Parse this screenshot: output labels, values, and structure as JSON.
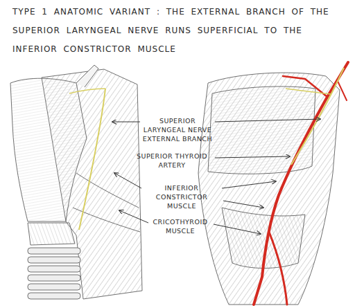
{
  "diagram": {
    "title": "TYPE 1 ANATOMIC VARIANT : THE EXTERNAL BRANCH OF THE SUPERIOR LARYNGEAL NERVE RUNS SUPERFICIAL TO THE INFERIOR CONSTRICTOR MUSCLE",
    "labels": [
      "SUPERIOR LARYNGEAL NERVE EXTERNAL BRANCH",
      "SUPERIOR THYROID ARTERY",
      "INFERIOR CONSTRICTOR MUSCLE",
      "CRICOTHYROID MUSCLE"
    ]
  }
}
